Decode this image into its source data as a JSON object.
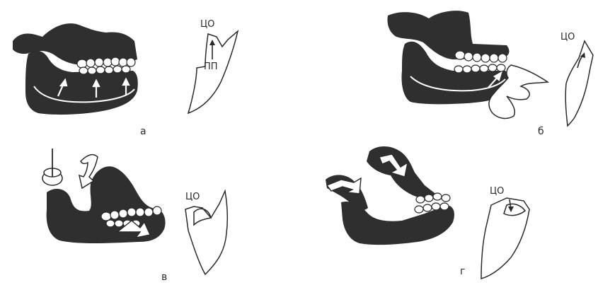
{
  "panels": [
    {
      "letter": "а",
      "marks": [
        "ЦО",
        "ПП"
      ]
    },
    {
      "letter": "б",
      "marks": [
        "ЦО"
      ]
    },
    {
      "letter": "в",
      "marks": [
        "ЦО"
      ]
    },
    {
      "letter": "г",
      "marks": [
        "ЦО"
      ]
    }
  ],
  "colors": {
    "ink": "#2f2f2f",
    "paper": "#ffffff",
    "line": "#2a2a2a"
  }
}
